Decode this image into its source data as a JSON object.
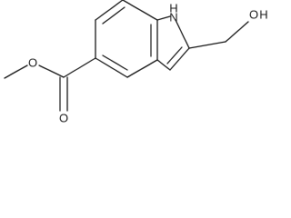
{
  "molecule": {
    "atom_labels": {
      "nh": "H",
      "hydroxyl_o": "O",
      "hydroxyl_h": "H",
      "ester_o_single": "O",
      "carbonyl_o": "O"
    }
  }
}
